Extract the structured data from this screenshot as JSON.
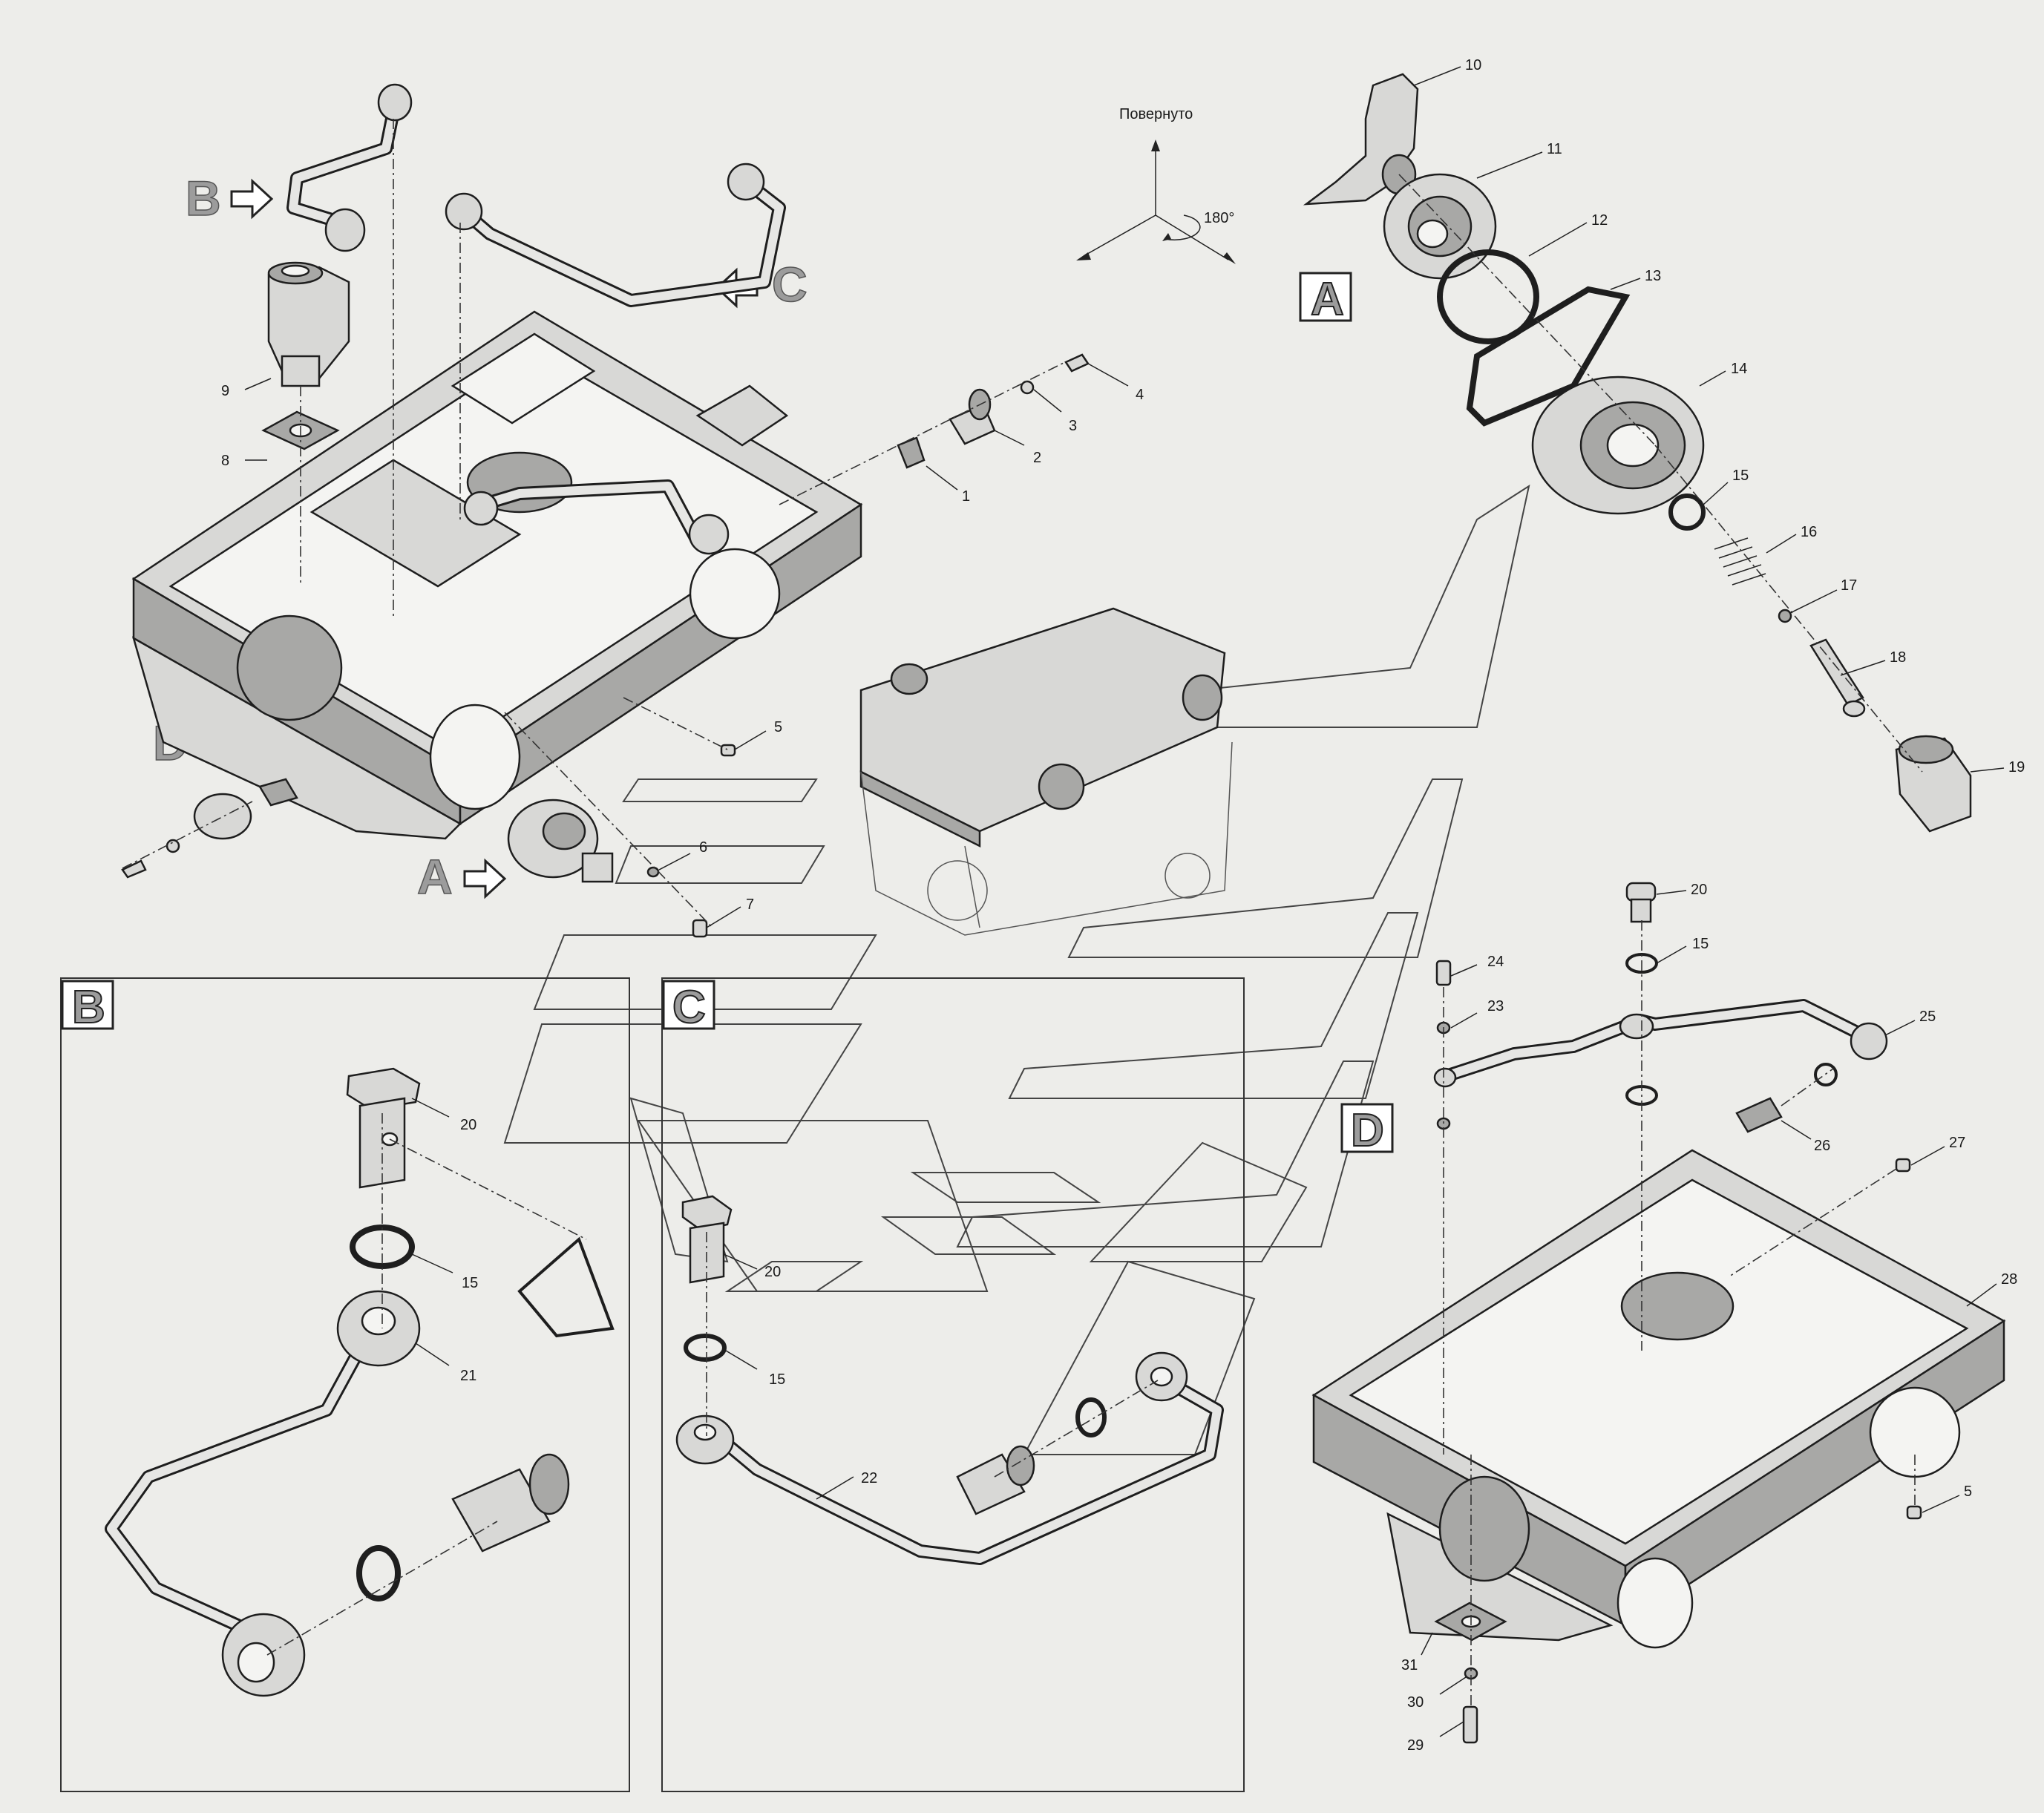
{
  "rotation_note": {
    "label": "Повернуто",
    "angle": "180°"
  },
  "detail_views": [
    {
      "letter": "A"
    },
    {
      "letter": "B"
    },
    {
      "letter": "C"
    },
    {
      "letter": "D"
    }
  ],
  "view_arrows": [
    {
      "letter": "B"
    },
    {
      "letter": "C"
    },
    {
      "letter": "D"
    },
    {
      "letter": "A"
    }
  ],
  "callouts": [
    "1",
    "2",
    "3",
    "4",
    "5",
    "6",
    "7",
    "8",
    "9",
    "10",
    "11",
    "12",
    "13",
    "14",
    "15",
    "16",
    "17",
    "18",
    "19",
    "20",
    "15",
    "24",
    "23",
    "25",
    "26",
    "27",
    "28",
    "5",
    "31",
    "30",
    "29",
    "20",
    "15",
    "21",
    "20",
    "15",
    "22"
  ],
  "colors": {
    "background": "#ededea",
    "part_fill": "#d8d8d6",
    "outline": "#1e1e1e",
    "detail_letter": "#9c9c9c"
  }
}
